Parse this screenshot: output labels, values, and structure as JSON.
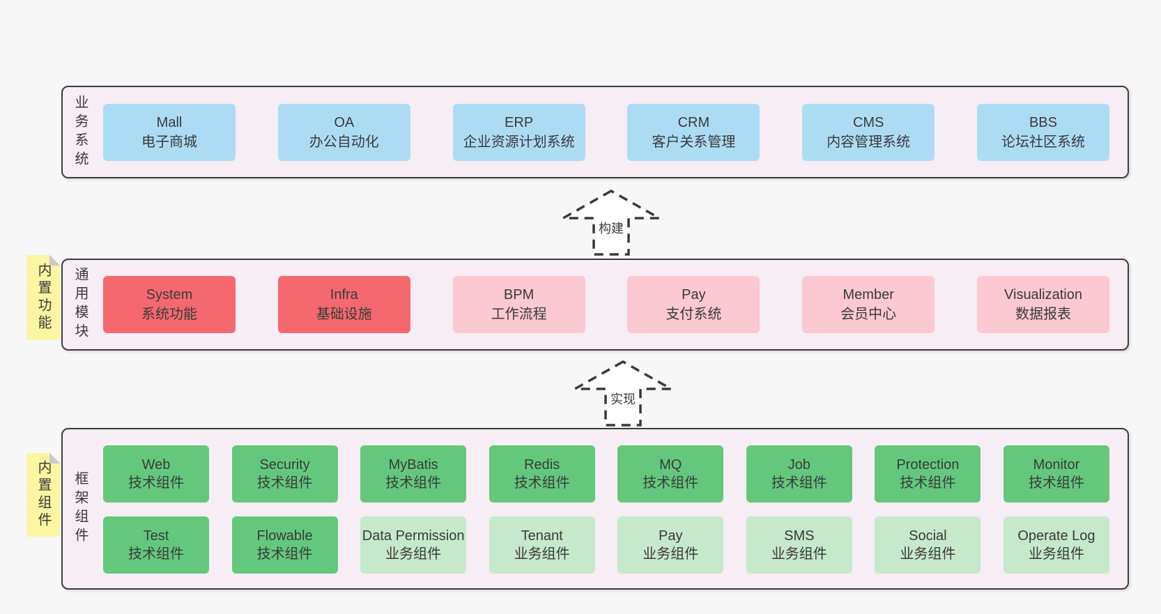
{
  "palette": {
    "page_background": "#f7f7f7",
    "container_background": "#f7edf5",
    "container_border": "#3c3c3c",
    "business_box_blue": "#acdcf4",
    "core_module_red": "#f5696e",
    "optional_module_pink": "#fcc8d2",
    "tech_component_green": "#64c87c",
    "biz_component_light_green": "#c6e8cb",
    "note_yellow": "#faf6a2",
    "note_fold_gray": "#c9c9c9",
    "text": "#3a3a3a"
  },
  "arrows": {
    "build": "构建",
    "implement": "实现"
  },
  "bands": {
    "business": {
      "label": "业务系统",
      "boxes": [
        {
          "name": "Mall",
          "desc": "电子商城"
        },
        {
          "name": "OA",
          "desc": "办公自动化"
        },
        {
          "name": "ERP",
          "desc": "企业资源计划系统"
        },
        {
          "name": "CRM",
          "desc": "客户关系管理"
        },
        {
          "name": "CMS",
          "desc": "内容管理系统"
        },
        {
          "name": "BBS",
          "desc": "论坛社区系统"
        }
      ]
    },
    "modules": {
      "label": "通用模块",
      "note": "内置功能",
      "boxes": [
        {
          "name": "System",
          "desc": "系统功能"
        },
        {
          "name": "Infra",
          "desc": "基础设施"
        },
        {
          "name": "BPM",
          "desc": "工作流程"
        },
        {
          "name": "Pay",
          "desc": "支付系统"
        },
        {
          "name": "Member",
          "desc": "会员中心"
        },
        {
          "name": "Visualization",
          "desc": "数据报表"
        }
      ]
    },
    "components": {
      "label": "框架组件",
      "note": "内置组件",
      "row1": [
        {
          "name": "Web",
          "desc": "技术组件"
        },
        {
          "name": "Security",
          "desc": "技术组件"
        },
        {
          "name": "MyBatis",
          "desc": "技术组件"
        },
        {
          "name": "Redis",
          "desc": "技术组件"
        },
        {
          "name": "MQ",
          "desc": "技术组件"
        },
        {
          "name": "Job",
          "desc": "技术组件"
        },
        {
          "name": "Protection",
          "desc": "技术组件"
        },
        {
          "name": "Monitor",
          "desc": "技术组件"
        }
      ],
      "row2": [
        {
          "name": "Test",
          "desc": "技术组件"
        },
        {
          "name": "Flowable",
          "desc": "技术组件"
        },
        {
          "name": "Data Permission",
          "desc": "业务组件"
        },
        {
          "name": "Tenant",
          "desc": "业务组件"
        },
        {
          "name": "Pay",
          "desc": "业务组件"
        },
        {
          "name": "SMS",
          "desc": "业务组件"
        },
        {
          "name": "Social",
          "desc": "业务组件"
        },
        {
          "name": "Operate Log",
          "desc": "业务组件"
        }
      ]
    }
  }
}
